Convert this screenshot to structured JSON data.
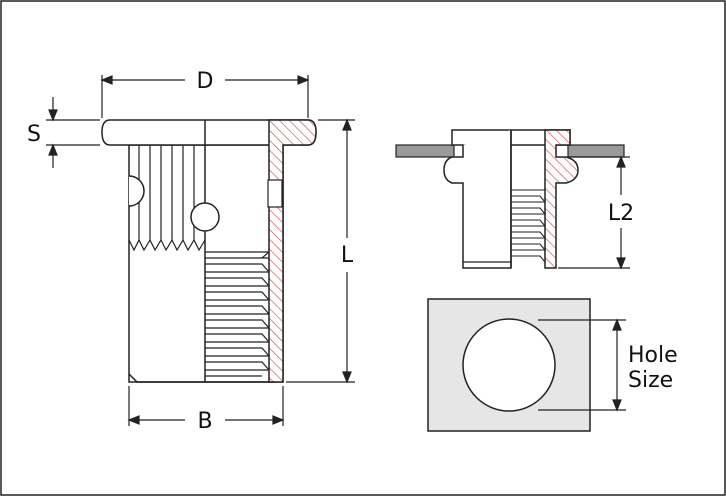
{
  "dimensions": {
    "d": "D",
    "s": "S",
    "l": "L",
    "b": "B",
    "l2": "L2",
    "hole_size_line1": "Hole",
    "hole_size_line2": "Size"
  },
  "colors": {
    "hatch": "#d44a4a",
    "plate": "#9a9a9a",
    "hole_panel": "#e6e6e6",
    "outline": "#222222"
  }
}
